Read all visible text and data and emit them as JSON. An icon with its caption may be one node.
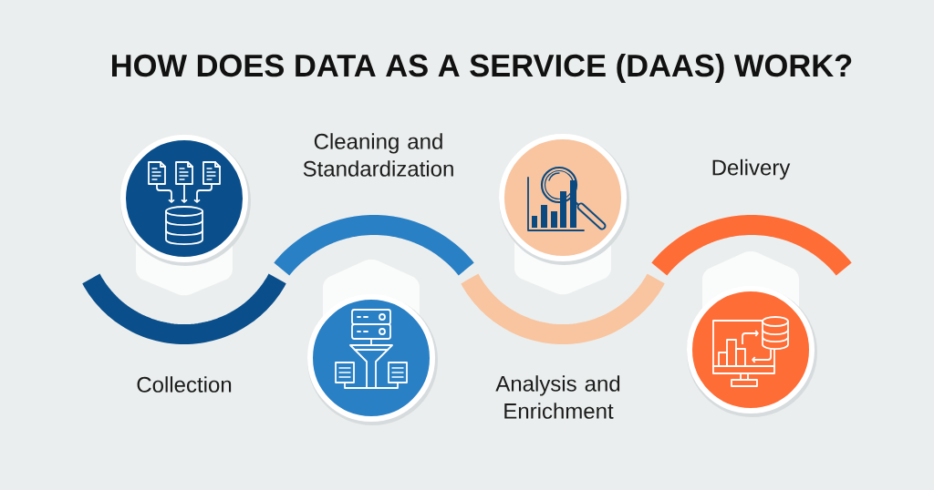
{
  "diagram": {
    "title": "HOW DOES DATA AS A SERVICE (DAAS) WORK?",
    "nodes": [
      {
        "text": [],
        "shape": "circle"
      },
      {
        "text": [],
        "shape": "circle"
      },
      {
        "text": [],
        "shape": "circle"
      },
      {
        "text": [],
        "shape": "circle"
      }
    ],
    "labels": [
      "Collection",
      "Cleaning and Standardization",
      "Analysis and Enrichment",
      "Delivery"
    ]
  }
}
